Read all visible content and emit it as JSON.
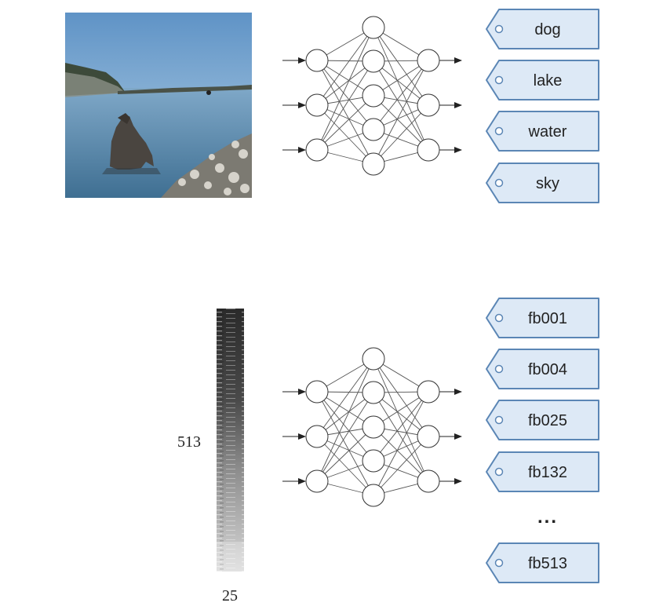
{
  "top_example": {
    "input_kind": "photo",
    "tags": [
      "dog",
      "lake",
      "water",
      "sky"
    ]
  },
  "bottom_example": {
    "input_kind": "spectrogram",
    "height_label": "513",
    "width_label": "25",
    "tags": [
      "fb001",
      "fb004",
      "fb025",
      "fb132"
    ],
    "ellipsis": "...",
    "last_tag": "fb513"
  },
  "colors": {
    "tag_fill": "#dde9f6",
    "tag_stroke": "#5b86b5",
    "node_stroke": "#333333",
    "edge": "#555555"
  }
}
